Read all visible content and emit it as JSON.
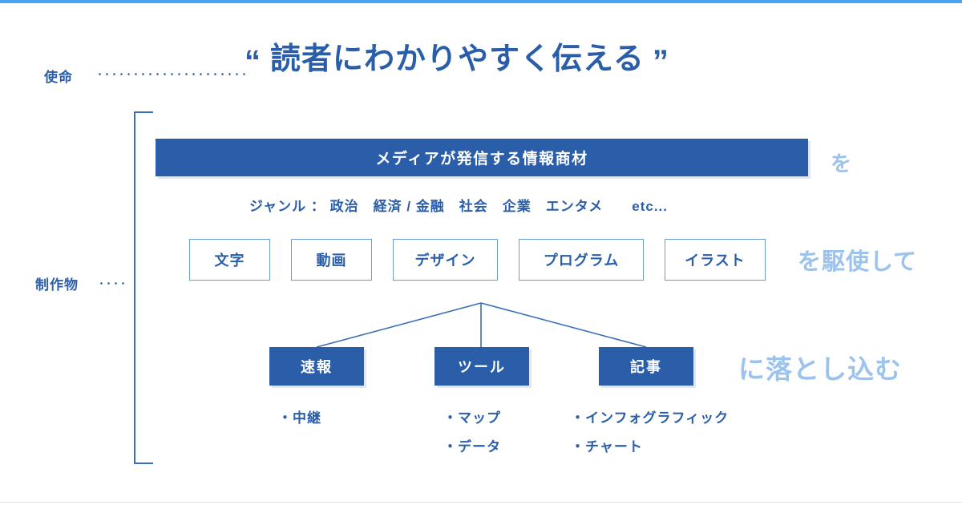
{
  "slide": {
    "accent_blue": "#2B5EA8",
    "light_blue": "#9CC3EE",
    "top_strip_color": "#4AA3F0",
    "border_blue": "#6A9BD1"
  },
  "left_labels": {
    "mission": "使命",
    "works": "制作物"
  },
  "headline": {
    "quote_open": "“",
    "text": "読者にわかりやすく伝える",
    "quote_close": "”"
  },
  "blue_bar": {
    "label": "メディアが発信する情報商材"
  },
  "genre": {
    "line": "ジャンル ： 政治　経済 / 金融　社会　企業　エンタメ　　etc..."
  },
  "media_boxes": [
    {
      "label": "文字"
    },
    {
      "label": "動画"
    },
    {
      "label": "デザイン"
    },
    {
      "label": "プログラム"
    },
    {
      "label": "イラスト"
    }
  ],
  "output_boxes": [
    {
      "label": "速報"
    },
    {
      "label": "ツール"
    },
    {
      "label": "記事"
    }
  ],
  "bullet_groups": [
    {
      "items": [
        "・中継"
      ]
    },
    {
      "items": [
        "・マップ",
        "・データ"
      ]
    },
    {
      "items": [
        "・インフォグラフィック",
        "・チャート"
      ]
    }
  ],
  "annotations": {
    "first": "を",
    "second": "を駆使して",
    "third": "に落とし込む"
  }
}
